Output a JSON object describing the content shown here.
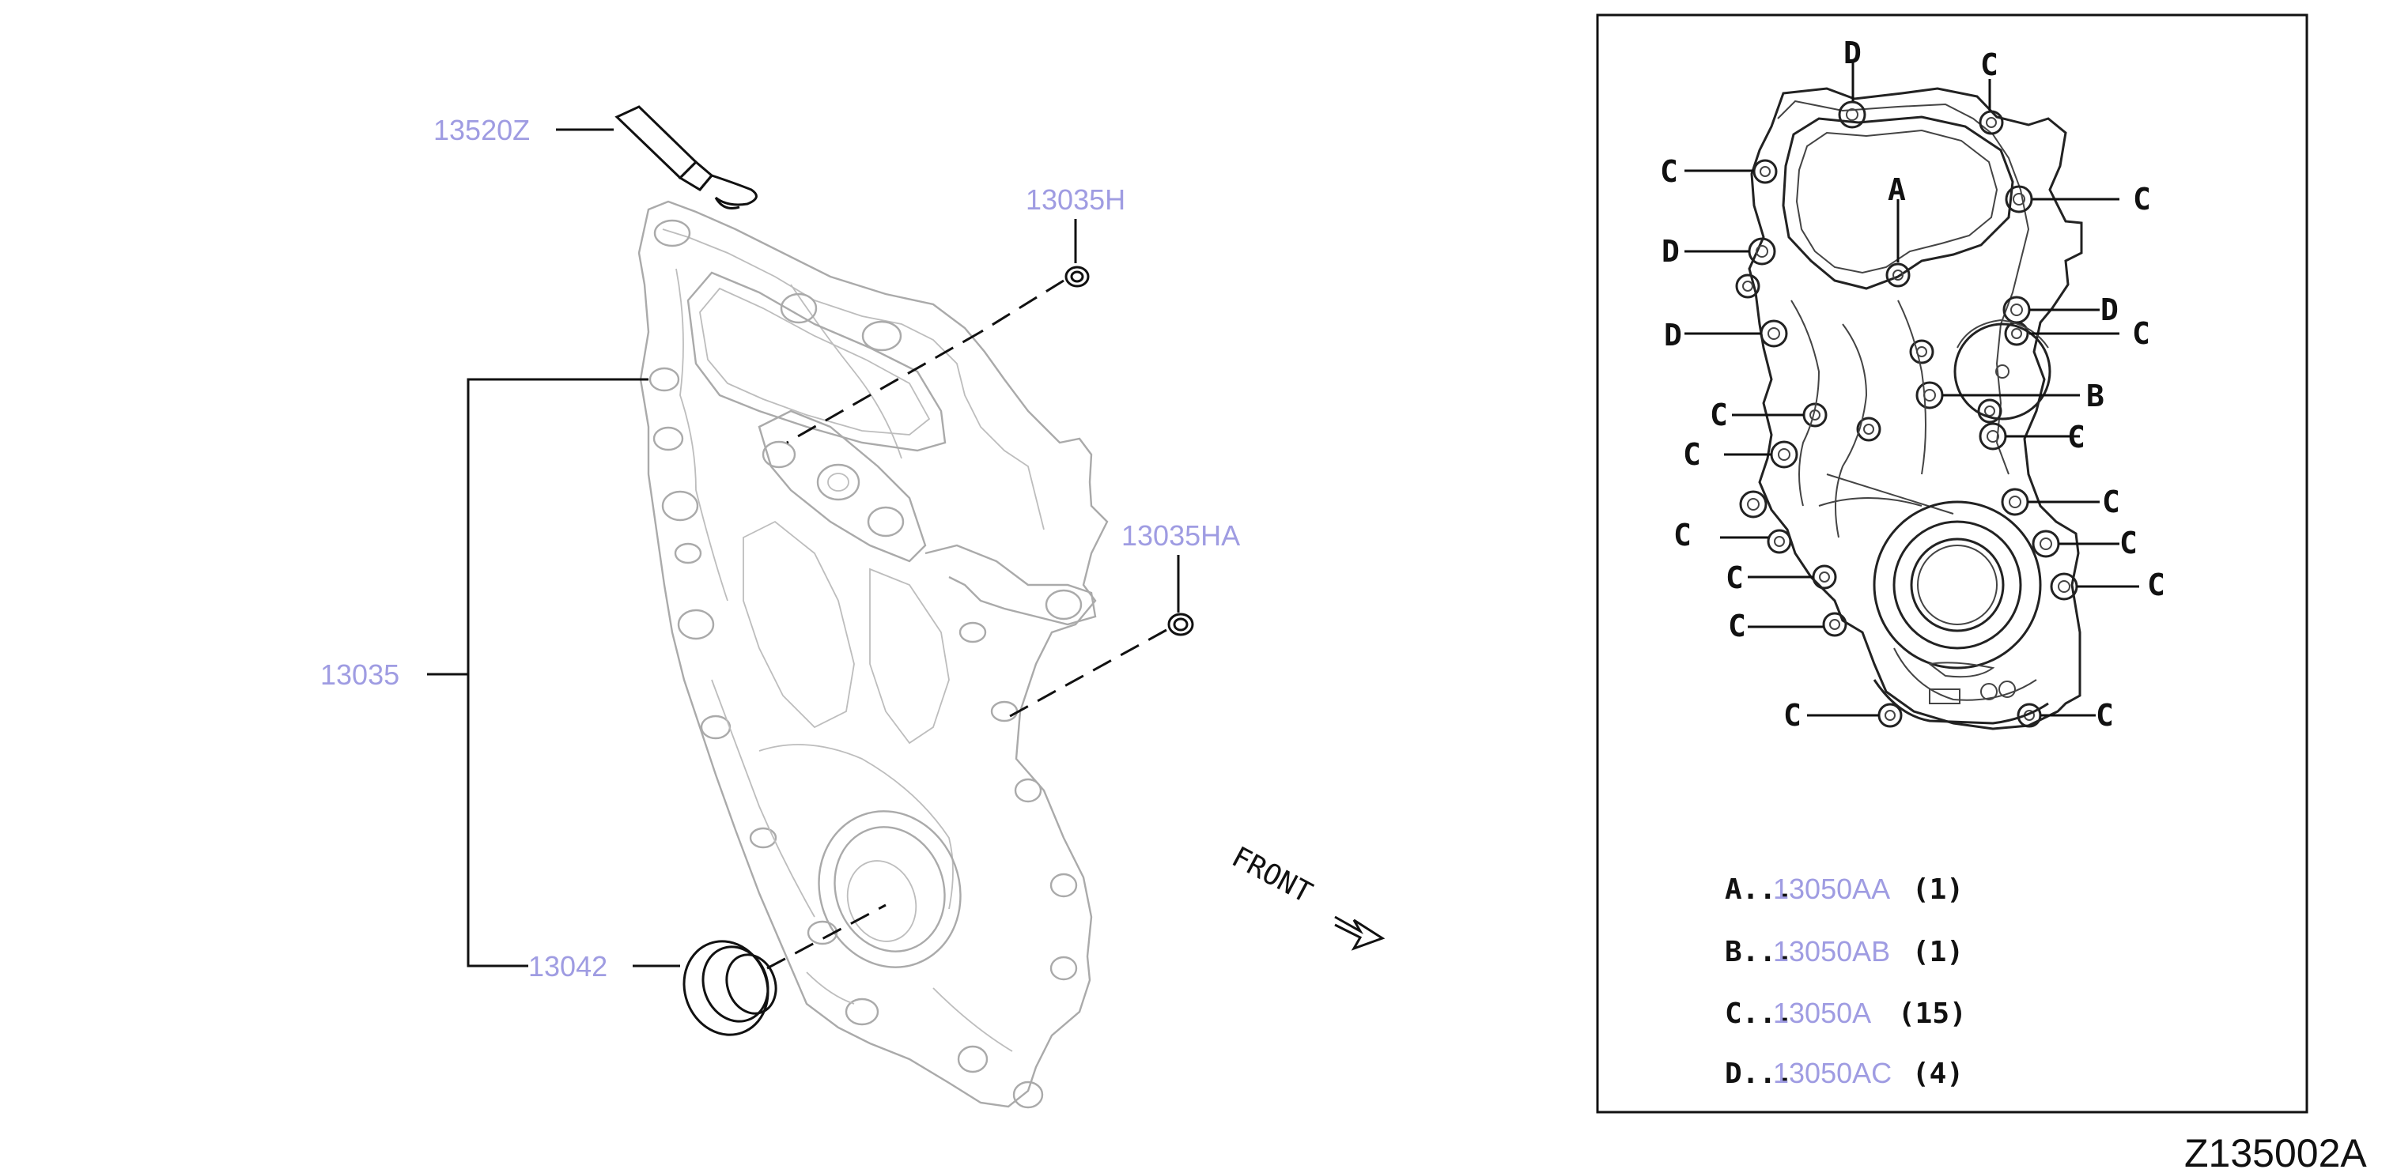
{
  "parts": {
    "p13520z": "13520Z",
    "p13035h": "13035H",
    "p13035ha": "13035HA",
    "p13035": "13035",
    "p13042": "13042"
  },
  "front_label": "FRONT",
  "callouts": {
    "top_d": "D",
    "top_c": "C",
    "a": "A",
    "c_left_1": "C",
    "c_right_1": "C",
    "d_left_1": "D",
    "d_right_1": "D",
    "d_left_2": "D",
    "c_right_2": "C",
    "b": "B",
    "c_left_2": "C",
    "c_right_3": "C",
    "c_left_3": "C",
    "c_right_4": "C",
    "c_left_4": "C",
    "c_right_5": "C",
    "c_left_5": "C",
    "c_right_6": "C",
    "c_left_6": "C",
    "c_bottom_left": "C",
    "c_bottom_right": "C"
  },
  "legend": [
    {
      "letter": "A",
      "dots": "...",
      "part": "13050AA",
      "qty": "(1)"
    },
    {
      "letter": "B",
      "dots": "...",
      "part": "13050AB",
      "qty": "(1)"
    },
    {
      "letter": "C",
      "dots": "...",
      "part": "13050A",
      "qty": "(15)"
    },
    {
      "letter": "D",
      "dots": "...",
      "part": "13050AC",
      "qty": "(4)"
    }
  ],
  "diagram_code": "Z135002A"
}
